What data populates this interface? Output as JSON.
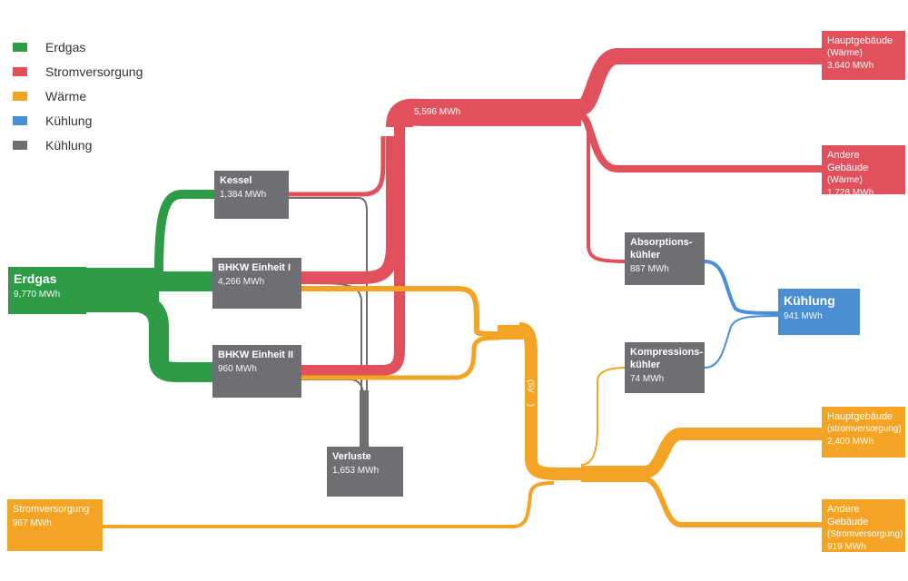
{
  "colors": {
    "gas": "#2e9b47",
    "power": "#f4a424",
    "heat": "#e0515c",
    "cool": "#6e6f73",
    "cooling_node": "#4a8fd4",
    "heat_node": "#e0515c"
  },
  "legend": [
    {
      "label": "Erdgas",
      "color": "#2e9b47"
    },
    {
      "label": "Stromversorgung",
      "color": "#e0515c"
    },
    {
      "label": "Wärme",
      "color": "#f4a424"
    },
    {
      "label": "Kühlung",
      "color": "#4a8fd4"
    },
    {
      "label": "Kühlung",
      "color": "#6e6f73"
    }
  ],
  "nodes": {
    "erdgas": {
      "title": "Erdgas",
      "value": "9,770 MWh"
    },
    "kessel": {
      "title": "Kessel",
      "value": "1,384 MWh"
    },
    "bhkw1": {
      "title": "BHKW Einheit I",
      "value": "4,266 MWh"
    },
    "bhkw2": {
      "title": "BHKW Einheit II",
      "value": "960 MWh"
    },
    "verluste": {
      "title": "Verluste",
      "value": "1,653 MWh"
    },
    "strom": {
      "title": "Stromversorgung",
      "value": "967 MWh"
    },
    "absorption": {
      "title": "Absorptions-",
      "title2": "kühler",
      "value": "887 MWh"
    },
    "kompression": {
      "title": "Kompressions-",
      "title2": "kühler",
      "value": "74 MWh"
    },
    "kuehlung": {
      "title": "Kühlung",
      "value": "941 MWh"
    },
    "haupt_waerme": {
      "title": "Hauptgebäude",
      "sub": "(Wärme)",
      "value": "3,640 MWh"
    },
    "andere_waerme": {
      "title": "Andere Gebäude",
      "sub": "(Wärme)",
      "value": "1,728 MWh"
    },
    "haupt_strom": {
      "title": "Hauptgebäude",
      "sub": "(stromversorgung)",
      "value": "2,400 MWh"
    },
    "andere_strom": {
      "title": "Andere Gebäude",
      "sub": "(Stromversorgung)",
      "value": "919 MWh"
    }
  },
  "flow_labels": {
    "heat_trunk": "5,596 MWh",
    "power_trunk": "(S)/     )"
  }
}
